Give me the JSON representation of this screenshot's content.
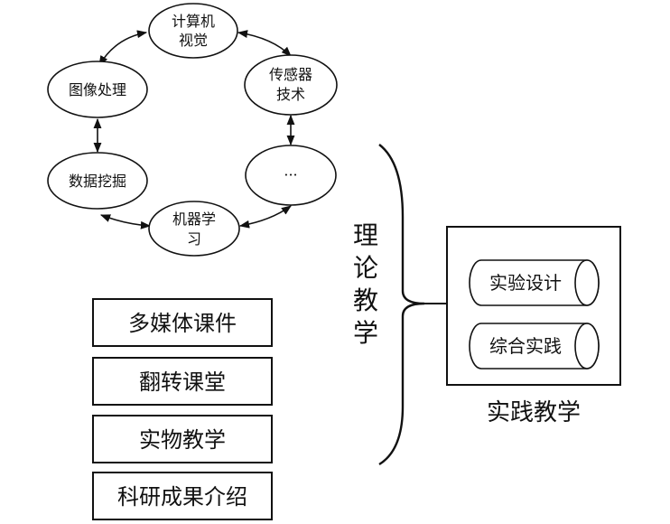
{
  "cycle_nodes": {
    "computer_vision": [
      "计算机",
      "视觉"
    ],
    "sensor_tech": [
      "传感器",
      "技术"
    ],
    "ellipsis": "···",
    "machine_learning": [
      "机器学",
      "习"
    ],
    "data_mining": "数据挖掘",
    "image_processing": "图像处理"
  },
  "teaching_methods": [
    "多媒体课件",
    "翻转课堂",
    "实物教学",
    "科研成果介绍"
  ],
  "theory_label": [
    "理",
    "论",
    "教",
    "学"
  ],
  "practice": {
    "items": [
      "实验设计",
      "综合实践"
    ],
    "title": "实践教学"
  }
}
